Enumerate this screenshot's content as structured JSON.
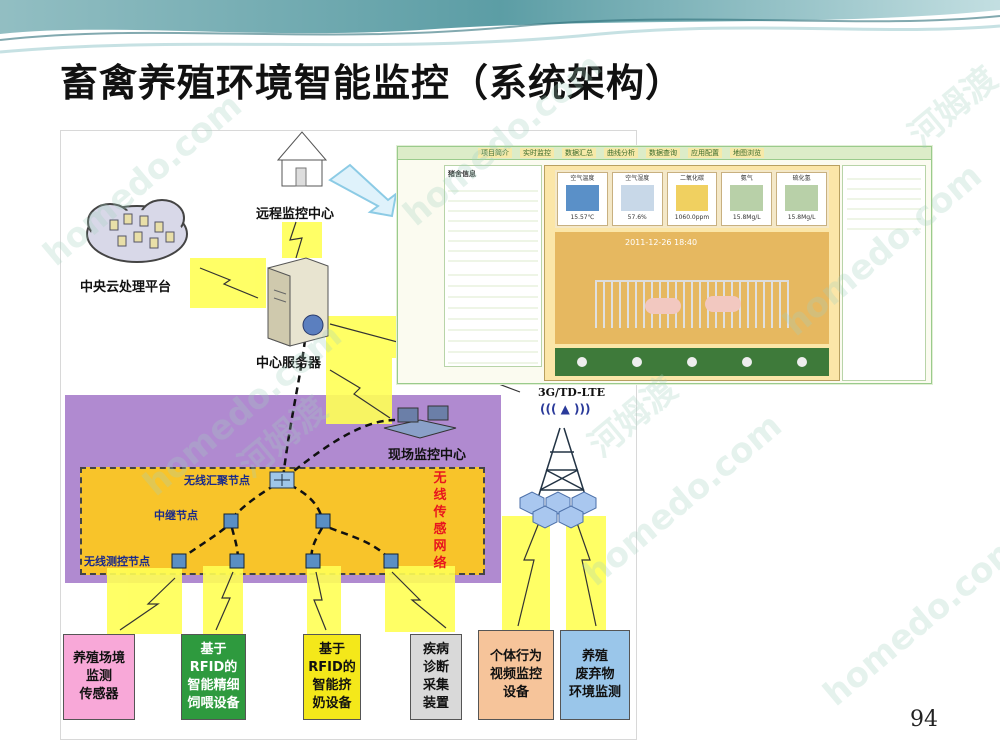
{
  "title": "畜禽养殖环境智能监控（系统架构）",
  "page_number": "94",
  "watermarks": [
    "homedo.com",
    "河姆渡"
  ],
  "labels": {
    "remote_center": "远程监控中心",
    "cloud_platform": "中央云处理平台",
    "central_server": "中心服务器",
    "site_center": "现场监控中心",
    "network": "3G/TD-LTE",
    "signal": "((( ▲ )))",
    "sink_node": "无线汇聚节点",
    "relay_node": "中继节点",
    "sensor_node": "无线测控节点",
    "wsn_label": [
      "无",
      "线",
      "传",
      "感",
      "网",
      "络"
    ]
  },
  "devices": [
    {
      "label": "养殖场境\n监测\n传感器",
      "color": "#f8a8d8"
    },
    {
      "label": "基于\nRFID的\n智能精细\n饲喂设备",
      "color": "#2e9a3e"
    },
    {
      "label": "基于\nRFID的\n智能挤\n奶设备",
      "color": "#f4e81a"
    },
    {
      "label": "疾病\n诊断\n采集\n装置",
      "color": "#d9d9d9"
    },
    {
      "label": "个体行为\n视频监控\n设备",
      "color": "#f6c49a"
    },
    {
      "label": "养殖\n废弃物\n环境监测",
      "color": "#9ac6ea"
    }
  ],
  "screen": {
    "tabs": [
      "项目简介",
      "实时监控",
      "数据汇总",
      "曲线分析",
      "数据查询",
      "应用配置",
      "地图浏览"
    ],
    "info_title": "猪舍信息",
    "timestamp": "2011-12-26 18:40",
    "gauges": [
      "空气温度",
      "空气湿度",
      "二氧化碳",
      "氨气",
      "硫化氢"
    ],
    "gauge_values": [
      "15.57℃",
      "57.6%",
      "1060.0ppm",
      "15.8Mg/L",
      "15.8Mg/L"
    ]
  },
  "colors": {
    "purple": "#b08ad0",
    "yellow": "#f8c42a",
    "red_text": "#e8161e",
    "node_text": "#1a2a8a"
  }
}
